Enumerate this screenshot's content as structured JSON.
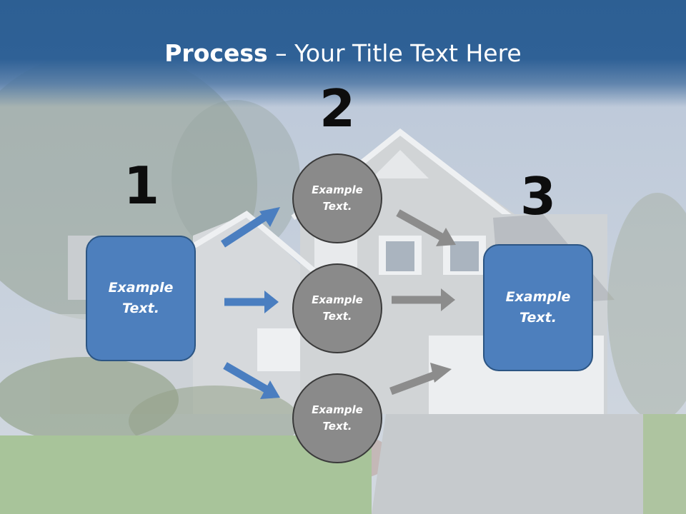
{
  "slide": {
    "title_bold": "Process",
    "title_rest": " – Your Title Text Here"
  },
  "steps": {
    "step1": {
      "number": "1",
      "text": "Example\nText."
    },
    "step2": {
      "number": "2",
      "circles": [
        "Example\nText.",
        "Example\nText.",
        "Example\nText."
      ]
    },
    "step3": {
      "number": "3",
      "text": "Example\nText."
    }
  },
  "colors": {
    "header": "#2e5f95",
    "box_fill": "#4d7fbd",
    "box_border": "#2c5583",
    "circle_fill": "#8a8a8a",
    "circle_border": "#3a3a3a",
    "arrow_blue": "#4a7ec0",
    "arrow_gray": "#8c8c8c"
  },
  "background": "house-photo"
}
